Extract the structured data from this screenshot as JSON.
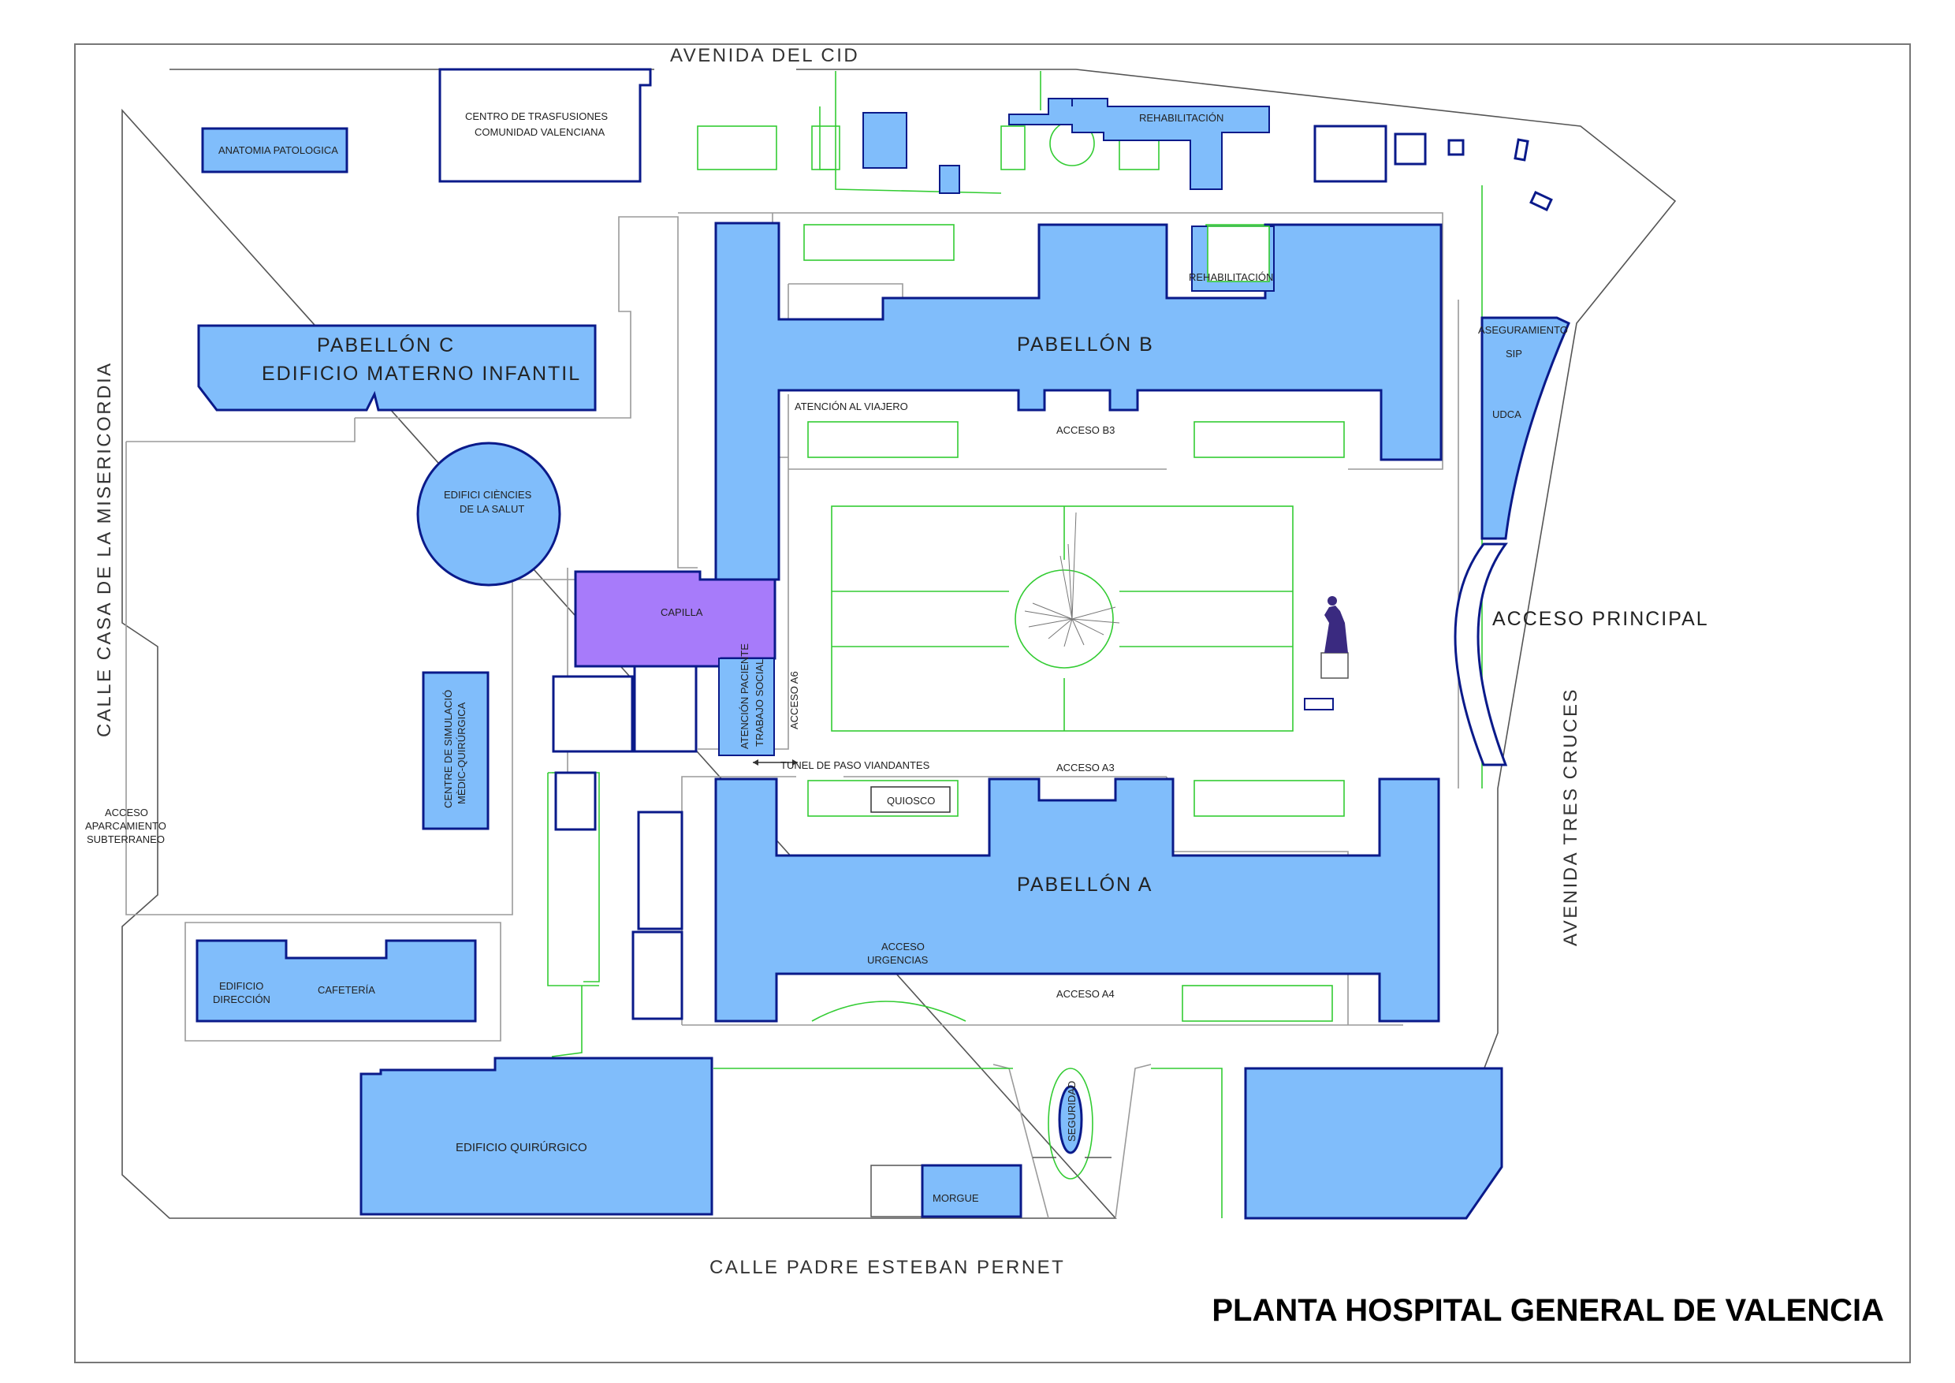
{
  "title": "PLANTA HOSPITAL GENERAL DE VALENCIA",
  "colors": {
    "building": "#80bdfb",
    "chapel": "#a77bfa",
    "outline": "#0a1a8a",
    "garden": "#33cc33",
    "wall": "#9a9a9a"
  },
  "streets": {
    "north": "AVENIDA DEL CID",
    "west": "CALLE CASA DE LA MISERICORDIA",
    "south": "CALLE PADRE ESTEBAN PERNET",
    "east": "AVENIDA TRES CRUCES"
  },
  "buildings": {
    "anatomia": "ANATOMIA PATOLOGICA",
    "trasfusiones_1": "CENTRO DE TRASFUSIONES",
    "trasfusiones_2": "COMUNIDAD VALENCIANA",
    "rehab_north": "REHABILITACIÓN",
    "rehab_b": "REHABILITACIÓN",
    "pabellon_b": "PABELLÓN B",
    "pabellon_c_1": "PABELLÓN C",
    "pabellon_c_2": "EDIFICIO MATERNO INFANTIL",
    "ciencies_1": "EDIFICI CIÈNCIES",
    "ciencies_2": "DE LA SALUT",
    "capilla": "CAPILLA",
    "atencion_paciente_1": "ATENCIÓN PACIENTE",
    "atencion_paciente_2": "TRABAJO SOCIAL",
    "simulacio_1": "CENTRE DE SIMULACIÓ",
    "simulacio_2": "MÈDIC-QUIRÚRGICA",
    "aseguramiento": "ASEGURAMIENTO",
    "sip": "SIP",
    "udca": "UDCA",
    "quiosco": "QUIOSCO",
    "pabellon_a": "PABELLÓN A",
    "direccion_1": "EDIFICIO",
    "direccion_2": "DIRECCIÓN",
    "cafeteria": "CAFETERÍA",
    "quirurgico": "EDIFICIO QUIRÚRGICO",
    "morgue": "MORGUE",
    "seguridad": "SEGURIDAD"
  },
  "labels": {
    "atencion_viajero": "ATENCIÓN AL VIAJERO",
    "acceso_b3": "ACCESO B3",
    "acceso_a6": "ACCESO A6",
    "acceso_principal": "ACCESO PRINCIPAL",
    "tunel": "TUNEL DE PASO VIANDANTES",
    "acceso_a3": "ACCESO A3",
    "acceso_urgencias_1": "ACCESO",
    "acceso_urgencias_2": "URGENCIAS",
    "acceso_a4": "ACCESO A4",
    "parking_1": "ACCESO",
    "parking_2": "APARCAMIENTO",
    "parking_3": "SUBTERRANEO"
  }
}
